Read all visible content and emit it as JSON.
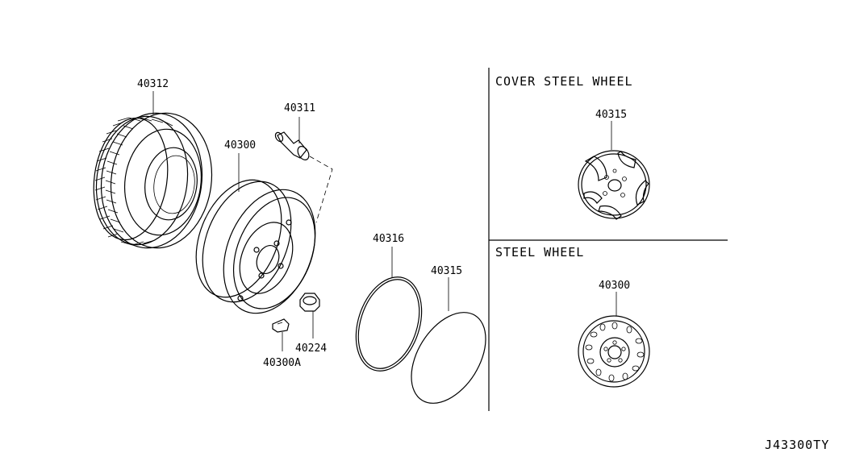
{
  "sections": {
    "cover_title": "COVER STEEL WHEEL",
    "steel_title": "STEEL WHEEL"
  },
  "parts": {
    "tire": "40312",
    "valve": "40311",
    "wheel": "40300",
    "ring": "40316",
    "seal": "40315",
    "nut": "40224",
    "weight": "40300A",
    "cover_wheel": "40315",
    "steel_wheel": "40300"
  },
  "diagram_code": "J43300TY"
}
